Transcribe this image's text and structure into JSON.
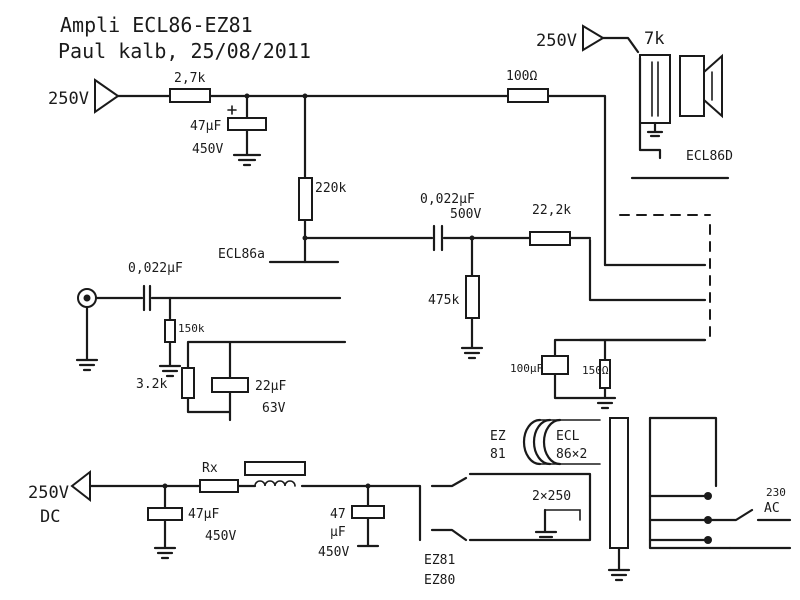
{
  "title": {
    "line1": "Ampli ECL86-EZ81",
    "line2": "Paul kalb, 25/08/2011"
  },
  "supply": {
    "hv_left": "250V",
    "hv_right": "250V",
    "dc_label": "250V",
    "dc_sub": "DC"
  },
  "components": {
    "r_27k": "2,7k",
    "c_47uf_a": "47μF",
    "c_47uf_a_v": "450V",
    "r_220k": "220k",
    "r_100": "100Ω",
    "output_tx": "7k",
    "tube_label_d": "ECL86D",
    "tube_label_a": "ECL86a",
    "c_0022_input": "0,022μF",
    "r_150k": "150k",
    "r_32k": "3.2k",
    "c_22uf": "22μF",
    "c_22uf_v": "63V",
    "c_0022_coupling": "0,022μF",
    "c_0022_coupling_v": "500V",
    "r_222k": "22,2k",
    "r_475k": "475k",
    "c_100uf": "100μF",
    "r_150": "150Ω",
    "rect_label_1": "EZ",
    "rect_label_2": "81",
    "heater_label_1": "ECL",
    "heater_label_2": "86×2",
    "rx": "Rx",
    "c_47uf_b": "47μF",
    "c_47uf_b_v": "450V",
    "c_47uf_c_1": "47",
    "c_47uf_c_2": "μF",
    "c_47uf_c_v": "450V",
    "sec_hv": "2×250",
    "rectifier_1": "EZ81",
    "rectifier_2": "EZ80",
    "mains_1": "230",
    "mains_2": "AC"
  }
}
